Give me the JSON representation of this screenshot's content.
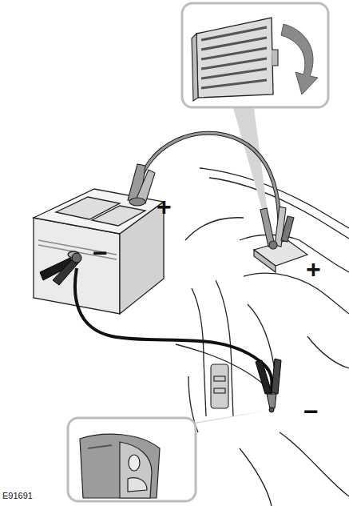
{
  "diagram": {
    "labels": [
      "+",
      "−",
      "+",
      "−",
      "E91691"
    ]
  }
}
